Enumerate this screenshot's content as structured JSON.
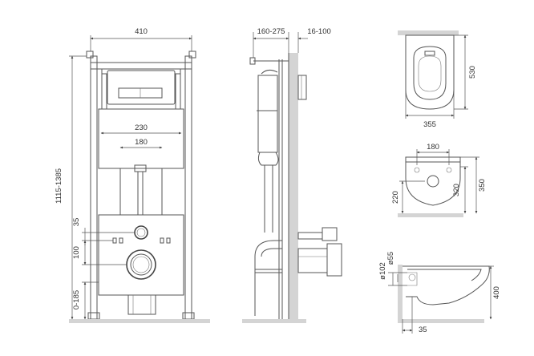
{
  "front_view": {
    "width": "410",
    "height": "1115-1385",
    "plate_width": "230",
    "plate_inner": "180",
    "drain_offset": "35",
    "inlet_spacing": "100",
    "floor_gap": "0-185"
  },
  "side_view": {
    "depth": "160-275",
    "wall_offset": "16-100"
  },
  "top_view": {
    "length": "530",
    "width": "355"
  },
  "rear_view": {
    "bolt_spacing": "180",
    "bowl_height_a": "220",
    "bowl_height_b": "320",
    "bowl_height_c": "350"
  },
  "profile_view": {
    "outlet_diameter": "ø102",
    "inlet_diameter": "ø55",
    "height": "400",
    "offset": "35"
  }
}
